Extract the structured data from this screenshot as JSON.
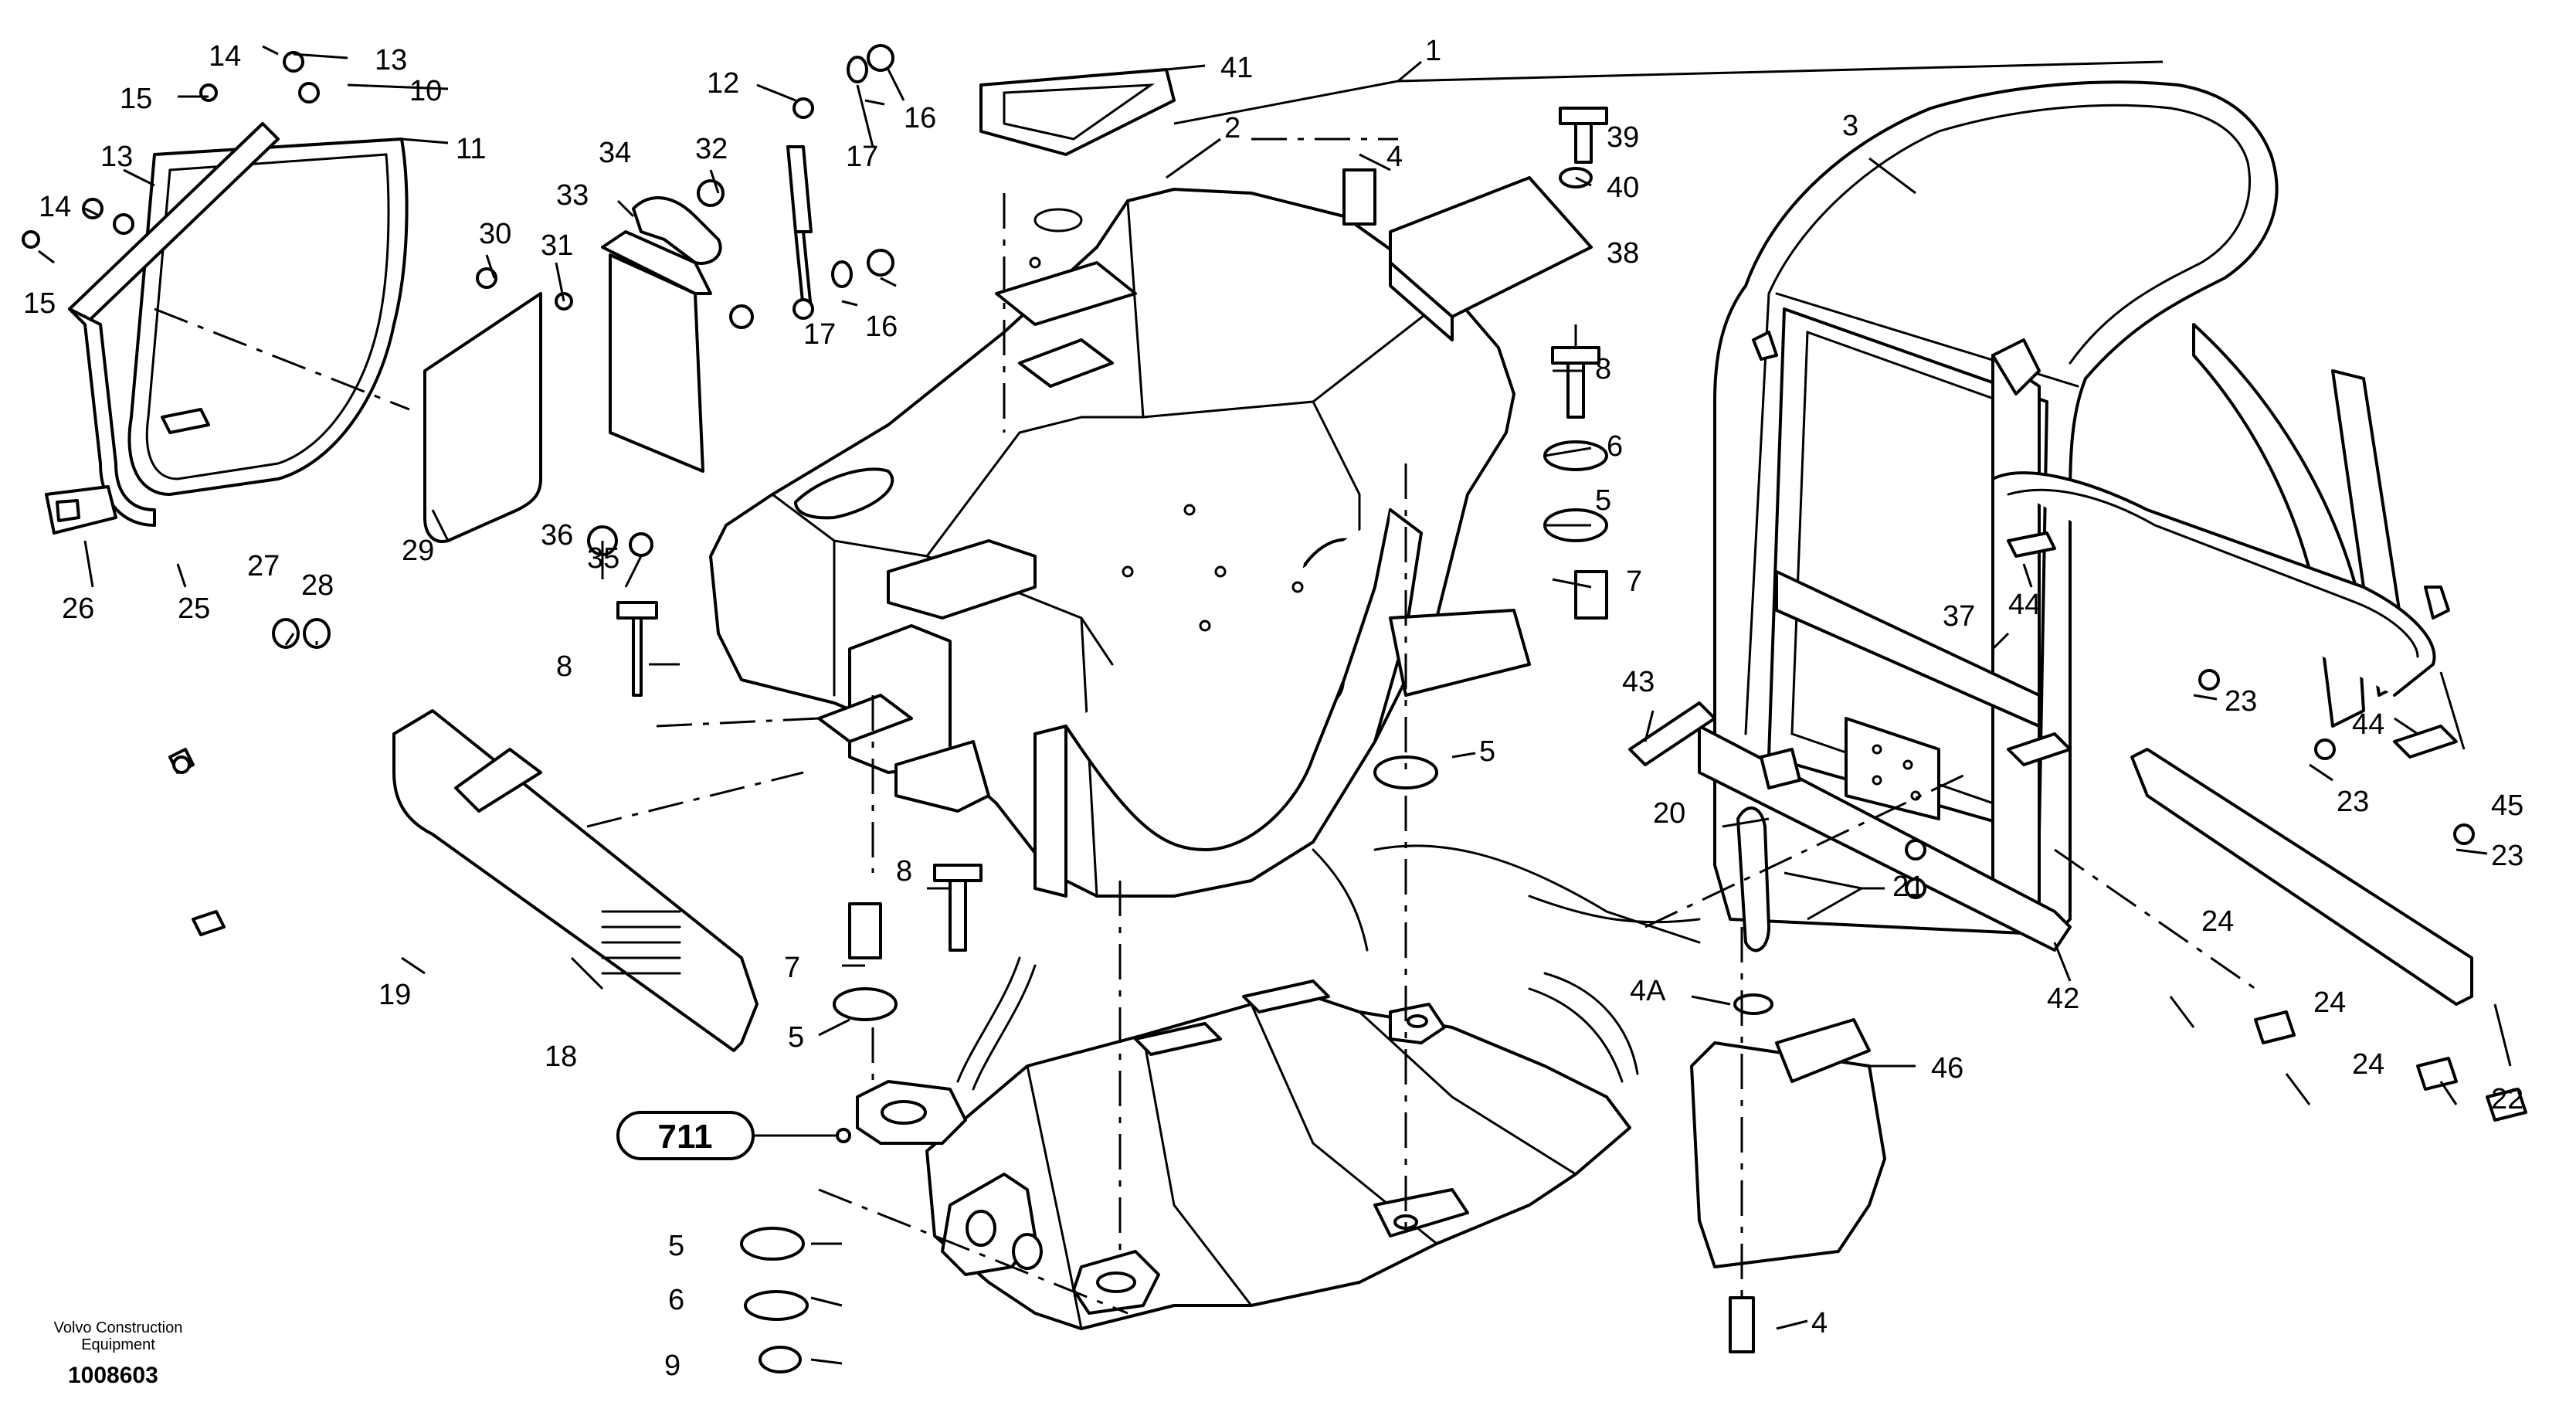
{
  "diagram": {
    "brand_line1": "Volvo Construction",
    "brand_line2": "Equipment",
    "figure_number": "1008603",
    "reference_callout": "711",
    "callouts": [
      {
        "id": "c1",
        "label": "1"
      },
      {
        "id": "c2",
        "label": "2"
      },
      {
        "id": "c3",
        "label": "3"
      },
      {
        "id": "c4a",
        "label": "4"
      },
      {
        "id": "c4b",
        "label": "4"
      },
      {
        "id": "c4A",
        "label": "4A"
      },
      {
        "id": "c5a",
        "label": "5"
      },
      {
        "id": "c5b",
        "label": "5"
      },
      {
        "id": "c5c",
        "label": "5"
      },
      {
        "id": "c5d",
        "label": "5"
      },
      {
        "id": "c6a",
        "label": "6"
      },
      {
        "id": "c6b",
        "label": "6"
      },
      {
        "id": "c7a",
        "label": "7"
      },
      {
        "id": "c7b",
        "label": "7"
      },
      {
        "id": "c8a",
        "label": "8"
      },
      {
        "id": "c8b",
        "label": "8"
      },
      {
        "id": "c8c",
        "label": "8"
      },
      {
        "id": "c9",
        "label": "9"
      },
      {
        "id": "c10",
        "label": "10"
      },
      {
        "id": "c11",
        "label": "11"
      },
      {
        "id": "c12",
        "label": "12"
      },
      {
        "id": "c13a",
        "label": "13"
      },
      {
        "id": "c13b",
        "label": "13"
      },
      {
        "id": "c14a",
        "label": "14"
      },
      {
        "id": "c14b",
        "label": "14"
      },
      {
        "id": "c15a",
        "label": "15"
      },
      {
        "id": "c15b",
        "label": "15"
      },
      {
        "id": "c16a",
        "label": "16"
      },
      {
        "id": "c16b",
        "label": "16"
      },
      {
        "id": "c17a",
        "label": "17"
      },
      {
        "id": "c17b",
        "label": "17"
      },
      {
        "id": "c18",
        "label": "18"
      },
      {
        "id": "c19",
        "label": "19"
      },
      {
        "id": "c20",
        "label": "20"
      },
      {
        "id": "c21",
        "label": "21"
      },
      {
        "id": "c22",
        "label": "22"
      },
      {
        "id": "c23a",
        "label": "23"
      },
      {
        "id": "c23b",
        "label": "23"
      },
      {
        "id": "c23c",
        "label": "23"
      },
      {
        "id": "c24a",
        "label": "24"
      },
      {
        "id": "c24b",
        "label": "24"
      },
      {
        "id": "c24c",
        "label": "24"
      },
      {
        "id": "c25",
        "label": "25"
      },
      {
        "id": "c26",
        "label": "26"
      },
      {
        "id": "c27",
        "label": "27"
      },
      {
        "id": "c28",
        "label": "28"
      },
      {
        "id": "c29",
        "label": "29"
      },
      {
        "id": "c30",
        "label": "30"
      },
      {
        "id": "c31",
        "label": "31"
      },
      {
        "id": "c32",
        "label": "32"
      },
      {
        "id": "c33",
        "label": "33"
      },
      {
        "id": "c34",
        "label": "34"
      },
      {
        "id": "c35",
        "label": "35"
      },
      {
        "id": "c36",
        "label": "36"
      },
      {
        "id": "c37",
        "label": "37"
      },
      {
        "id": "c38",
        "label": "38"
      },
      {
        "id": "c39",
        "label": "39"
      },
      {
        "id": "c40",
        "label": "40"
      },
      {
        "id": "c41",
        "label": "41"
      },
      {
        "id": "c42",
        "label": "42"
      },
      {
        "id": "c43",
        "label": "43"
      },
      {
        "id": "c44a",
        "label": "44"
      },
      {
        "id": "c44b",
        "label": "44"
      },
      {
        "id": "c45",
        "label": "45"
      },
      {
        "id": "c46",
        "label": "46"
      }
    ]
  }
}
